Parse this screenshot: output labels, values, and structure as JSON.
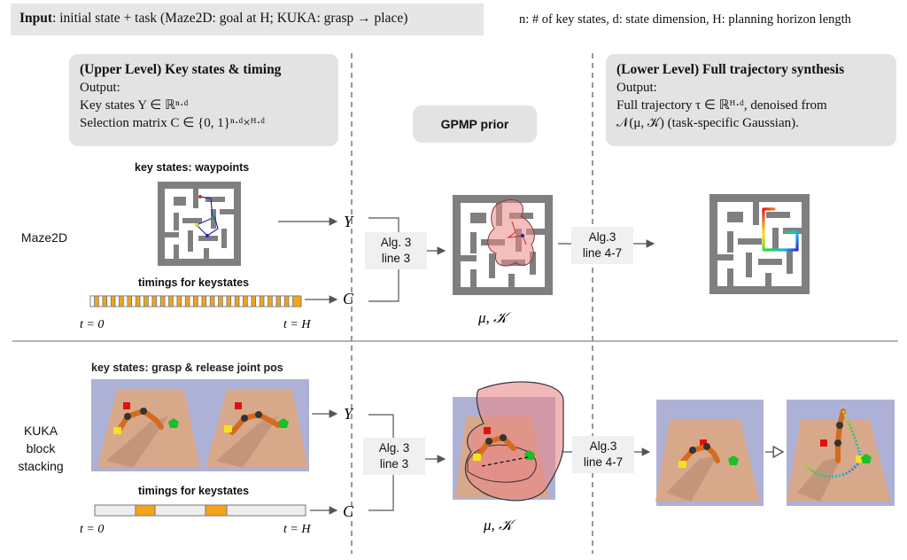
{
  "header": {
    "input_bold": "Input",
    "input_text": ": initial state + task (Maze2D: goal at H; KUKA: grasp → place)",
    "legend": "n: # of key states, d: state dimension, H: planning horizon length"
  },
  "upper_level": {
    "title": "(Upper Level) Key states & timing",
    "line1": "Output:",
    "line2": "Key states Y ∈ ℝⁿ·ᵈ",
    "line3": "Selection matrix C ∈ {0, 1}ⁿ·ᵈ×ᴴ·ᵈ"
  },
  "gpmp_label": "GPMP prior",
  "lower_level": {
    "title": "(Lower Level) Full trajectory synthesis",
    "line1": "Output:",
    "line2": "Full trajectory τ ∈ ℝᴴ·ᵈ, denoised from",
    "line3": "𝒩(μ, 𝒦) (task-specific Gaussian)."
  },
  "maze_row": {
    "label": "Maze2D",
    "key_states_caption": "key states: waypoints",
    "timings_caption": "timings for keystates",
    "Y_label": "Y",
    "C_label": "C",
    "t0": "t = 0",
    "tH": "t = H",
    "alg_left": [
      "Alg. 3",
      "line 3"
    ],
    "alg_right": [
      "Alg.3",
      "line 4-7"
    ],
    "prior_label": "μ,  𝒦",
    "timing_cells": [
      0,
      1,
      0,
      1,
      0,
      1,
      0,
      1,
      0,
      1,
      0,
      1,
      0,
      1,
      0,
      1,
      0,
      1,
      0,
      1,
      0,
      1,
      0,
      1,
      0,
      1,
      0,
      1,
      0,
      1,
      0,
      1,
      0,
      1,
      0,
      1,
      0,
      1,
      0,
      1,
      0,
      1,
      0,
      1,
      0,
      1,
      0,
      1,
      0,
      1,
      1
    ]
  },
  "kuka_row": {
    "label_lines": [
      "KUKA",
      "block",
      "stacking"
    ],
    "key_states_caption": "key states: grasp & release joint pos",
    "timings_caption": "timings for keystates",
    "Y_label": "Y",
    "C_label": "C",
    "t0": "t = 0",
    "tH": "t = H",
    "alg_left": [
      "Alg. 3",
      "line 3"
    ],
    "alg_right": [
      "Alg.3",
      "line 4-7"
    ],
    "prior_label": "μ,  𝒦"
  },
  "colors": {
    "panel_gray": "#e3e3e3",
    "maze_wall": "#7f7f7f",
    "timing_orange": "#f5a31a",
    "scene_bg": "#aeb1d6",
    "table": "#d8a88a",
    "prior_fill": "#e88888"
  }
}
